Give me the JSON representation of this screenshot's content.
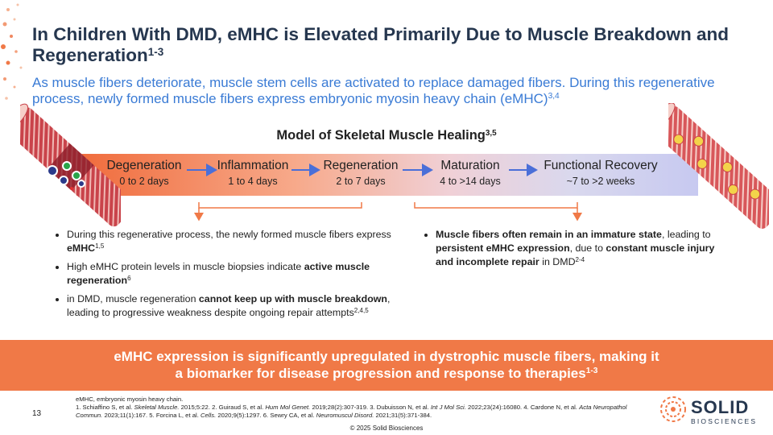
{
  "slide": {
    "title_main": "In Children With DMD, eMHC is Elevated Primarily Due to Muscle Breakdown and Regeneration",
    "title_sup": "1-3",
    "subtitle_main": "As muscle fibers deteriorate, muscle stem cells are activated to replace damaged fibers. During this regenerative process, newly formed muscle fibers express embryonic myosin heavy chain (eMHC)",
    "subtitle_sup": "3,4"
  },
  "model": {
    "title": "Model of Skeletal Muscle Healing",
    "title_sup": "3,5",
    "stages": [
      {
        "name": "Degeneration",
        "duration": "0 to 2 days"
      },
      {
        "name": "Inflammation",
        "duration": "1 to 4 days"
      },
      {
        "name": "Regeneration",
        "duration": "2 to 7 days"
      },
      {
        "name": "Maturation",
        "duration": "4 to >14 days"
      },
      {
        "name": "Functional Recovery",
        "duration": "~7 to >2 weeks"
      }
    ]
  },
  "left_bullets": {
    "b1_text": "During this regenerative process, the newly formed muscle fibers express ",
    "b1_bold": "eMHC",
    "b1_sup": "1,5",
    "b2_text": "High eMHC protein levels in muscle biopsies indicate ",
    "b2_bold": "active muscle regeneration",
    "b2_sup": "6",
    "b3_text1": "in DMD, muscle regeneration ",
    "b3_bold": "cannot keep up with muscle breakdown",
    "b3_text2": ", leading to progressive weakness despite ongoing repair attempts",
    "b3_sup": "2,4,5"
  },
  "right_bullets": {
    "b1_bold1": "Muscle fibers often remain in an immature state",
    "b1_text1": ", leading to ",
    "b1_bold2": "persistent eMHC expression",
    "b1_text2": ", due to ",
    "b1_bold3": "constant muscle injury and incomplete repair",
    "b1_text3": " in DMD",
    "b1_sup": "2-4"
  },
  "banner": {
    "line1": "eMHC expression is significantly upregulated in dystrophic muscle fibers, making it",
    "line2": "a biomarker for disease progression and response to therapies",
    "sup": "1-3"
  },
  "footer": {
    "abbrev": "eMHC, embryonic myosin heavy chain.",
    "ref_a": "1. Schiaffino S, et al. ",
    "ref_a_j": "Skeletal Muscle.",
    "ref_b": " 2015;5:22. 2. Guiraud S, et al. ",
    "ref_b_j": "Hum Mol Genet.",
    "ref_c": " 2019;28(2):307-319. 3. Dubuisson N, et al. ",
    "ref_c_j": "Int J Mol Sci.",
    "ref_d": " 2022;23(24):16080. 4. Cardone N, et al. ",
    "ref_d_j": "Acta Neuropathol Commun.",
    "ref_e": " 2023;11(1):167. 5. Forcina L, et al. ",
    "ref_e_j": "Cells.",
    "ref_f": " 2020;9(5):1297. 6. Sewry CA, et al. ",
    "ref_f_j": "Neuromuscul Disord.",
    "ref_g": " 2021;31(5):371-384.",
    "page_number": "13",
    "copyright": "© 2025 Solid Biosciences"
  },
  "logo": {
    "word": "SOLID",
    "sub": "BIOSCIENCES"
  },
  "colors": {
    "title": "#26374f",
    "subtitle": "#3a7bd5",
    "banner": "#f07947",
    "arrow": "#4a6fd8",
    "bracket": "#f07947"
  }
}
